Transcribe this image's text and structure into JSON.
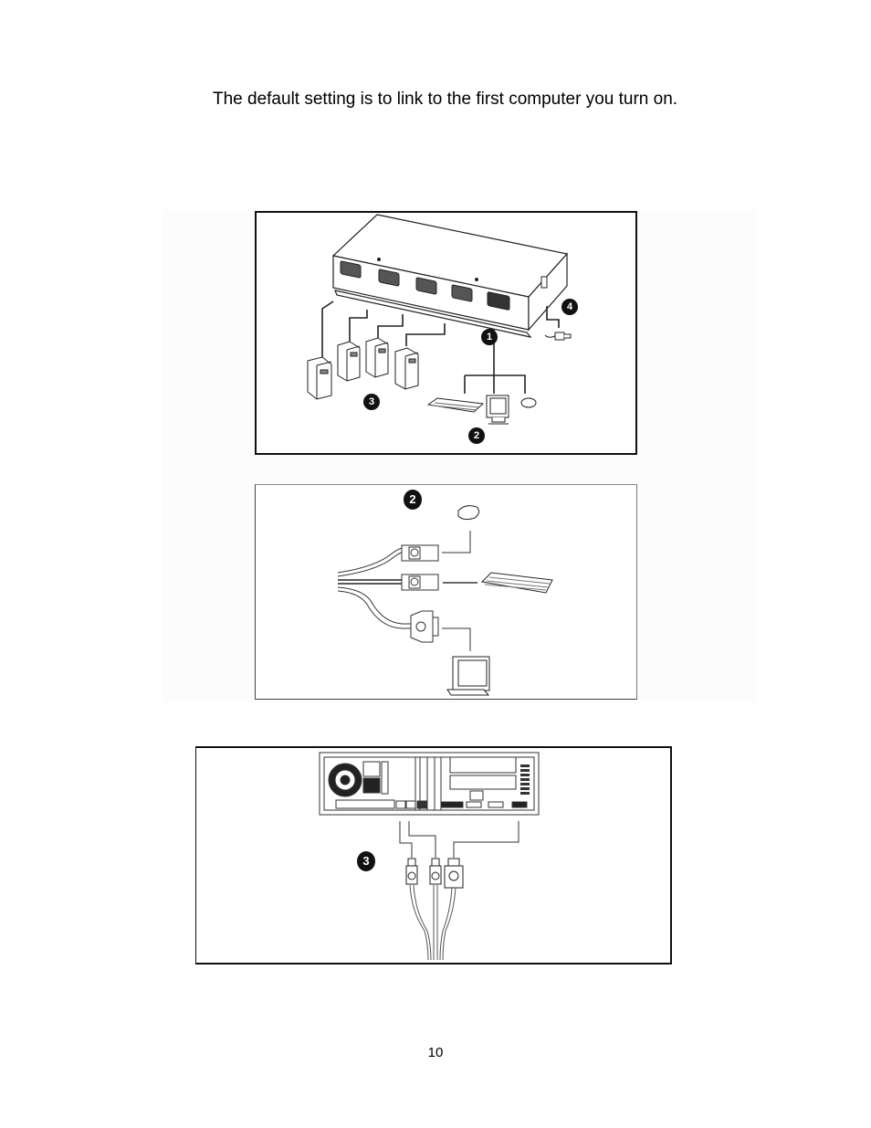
{
  "document": {
    "intro_text": "The default setting is to link to the first computer you turn on.",
    "page_number": "10"
  },
  "figures": [
    {
      "id": "kvm-overview",
      "description": "KVM switch with four computers, console (keyboard, monitor, mouse) and power adapter",
      "callouts": [
        {
          "label": "1",
          "meaning": "console port"
        },
        {
          "label": "2",
          "meaning": "console devices: keyboard, monitor, mouse"
        },
        {
          "label": "3",
          "meaning": "computers"
        },
        {
          "label": "4",
          "meaning": "power adapter"
        }
      ]
    },
    {
      "id": "console-cable-detail",
      "description": "Console cable connectors linked to mouse, keyboard and monitor",
      "callouts": [
        {
          "label": "2",
          "meaning": "console devices"
        }
      ]
    },
    {
      "id": "computer-cable-detail",
      "description": "Computer rear panel with PS/2 and VGA connectors linked to cable",
      "callouts": [
        {
          "label": "3",
          "meaning": "computer connection"
        }
      ]
    }
  ],
  "badges": {
    "b1": "1",
    "b2": "2",
    "b3": "3",
    "b4": "4"
  }
}
